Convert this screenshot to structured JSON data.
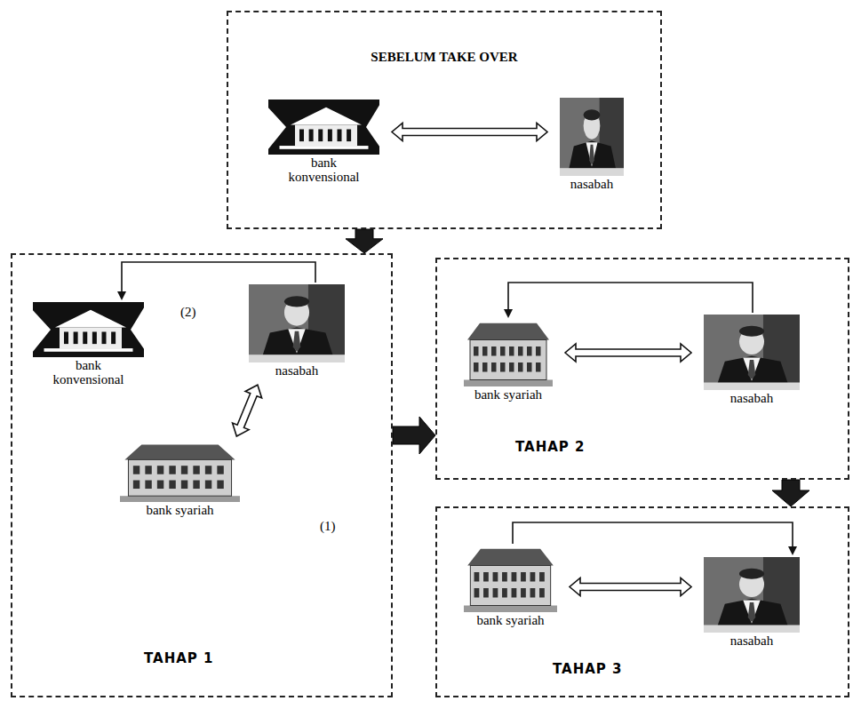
{
  "diagram": {
    "nodes": [
      {
        "text": [
          "SEBELUM TAKE OVER"
        ]
      },
      {
        "text": [
          "bank konvensional"
        ],
        "in": 0
      },
      {
        "text": [
          "nasabah"
        ],
        "in": 0
      },
      {
        "text": [
          "TAHAP 1"
        ]
      },
      {
        "text": [
          "bank konvensional"
        ],
        "in": 3
      },
      {
        "text": [
          "nasabah"
        ],
        "in": 3
      },
      {
        "text": [
          "bank syariah"
        ],
        "in": 3
      },
      {
        "text": [
          "TAHAP 2"
        ]
      },
      {
        "text": [
          "bank syariah"
        ],
        "in": 7
      },
      {
        "text": [
          "nasabah"
        ],
        "in": 7
      },
      {
        "text": [
          "TAHAP 3"
        ]
      },
      {
        "text": [
          "bank syariah"
        ],
        "in": 10
      },
      {
        "text": [
          "nasabah"
        ],
        "in": 10
      }
    ],
    "edges": [
      {
        "from": 1,
        "to": 2,
        "arrow": "both"
      },
      {
        "from": 0,
        "to": 3,
        "arrow": "to"
      },
      {
        "from": 5,
        "to": 4,
        "arrow": "to"
      },
      {
        "from": 6,
        "to": 5,
        "arrow": "both"
      },
      {
        "from": 3,
        "to": 7,
        "arrow": "to"
      },
      {
        "from": 9,
        "to": 8,
        "arrow": "to"
      },
      {
        "from": 8,
        "to": 9,
        "arrow": "both"
      },
      {
        "from": 7,
        "to": 10,
        "arrow": "to"
      },
      {
        "from": 11,
        "to": 12,
        "arrow": "to"
      },
      {
        "from": 11,
        "to": 12,
        "arrow": "both"
      }
    ],
    "labels": [
      "(2)",
      "(1)"
    ]
  }
}
